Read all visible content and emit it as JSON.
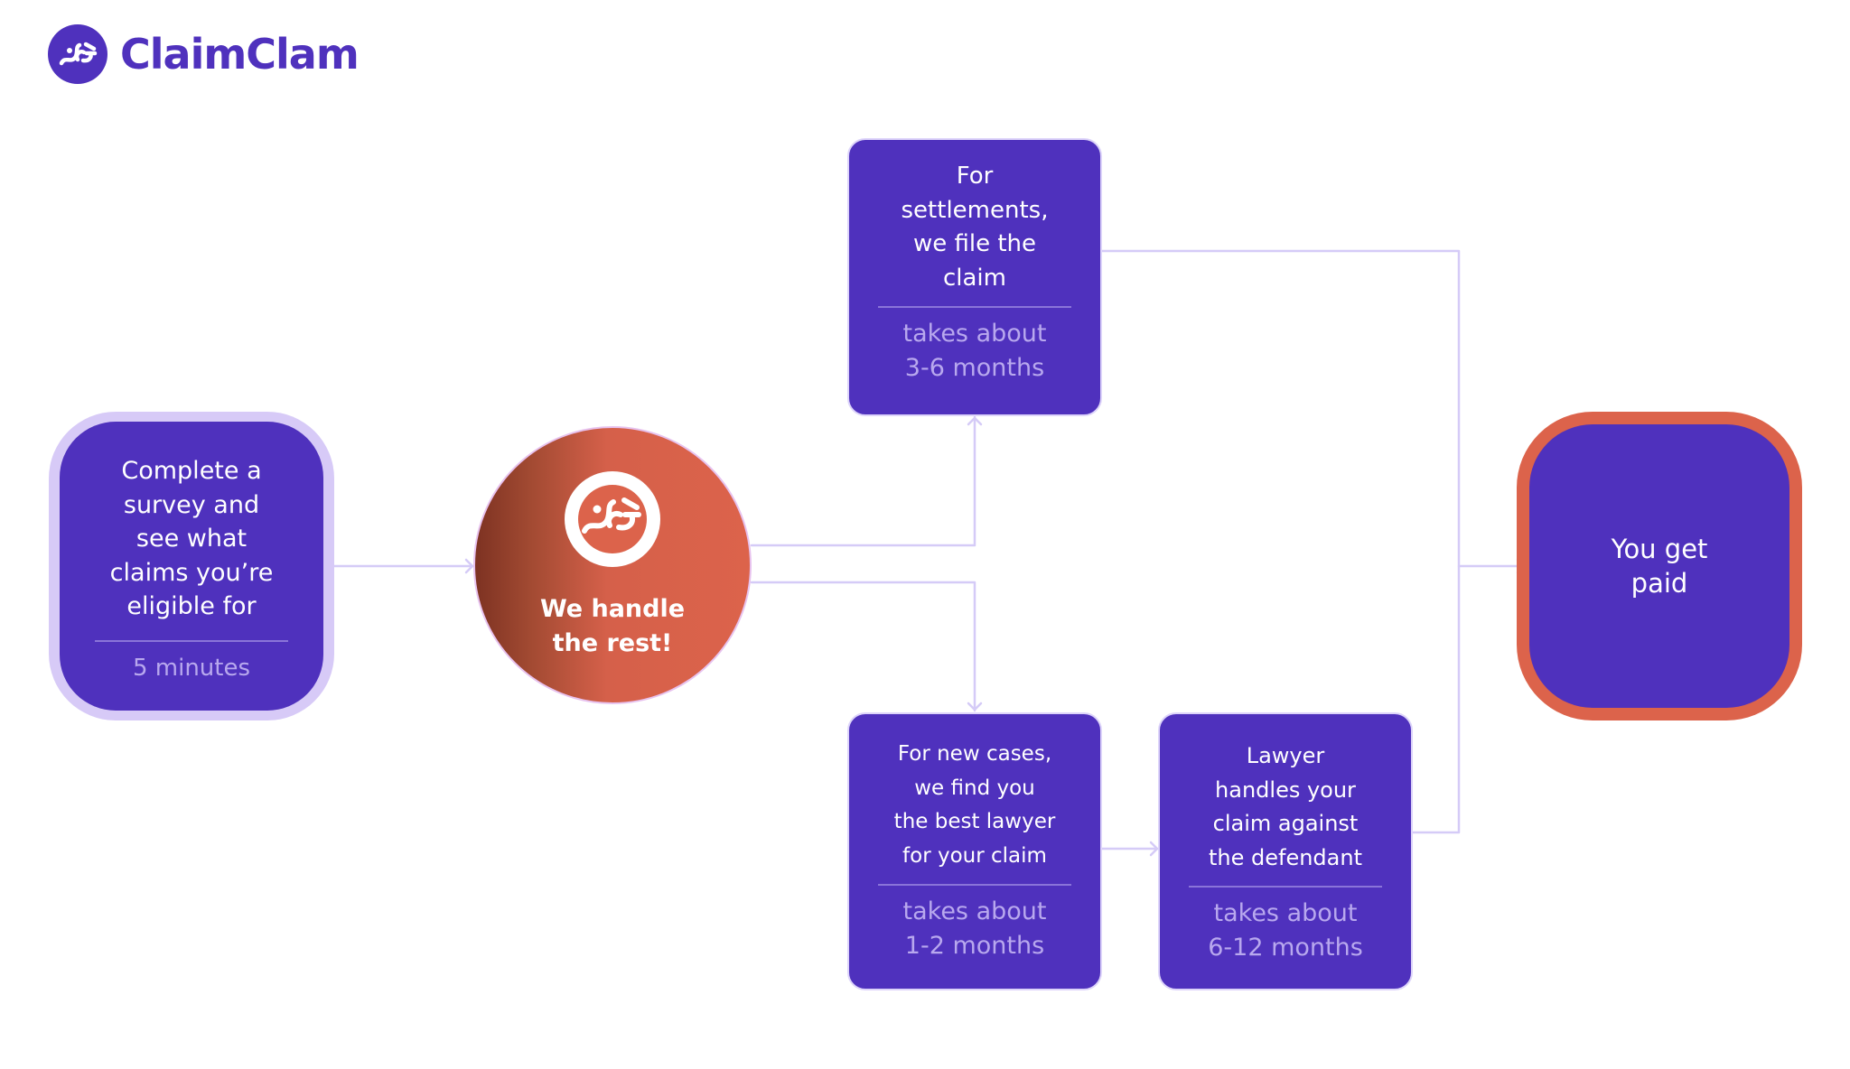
{
  "brand": {
    "name": "ClaimClam",
    "primary_color": "#4f31bd",
    "accent_color": "#dc634b",
    "light_color": "#d7caf7"
  },
  "steps": {
    "start": {
      "main": "Complete a\nsurvey and\nsee what\nclaims you’re\neligible for",
      "sub": "5 minutes"
    },
    "handle": {
      "main": "We handle\nthe rest!",
      "icon": "clam-logo-icon"
    },
    "settlement": {
      "main": "For\nsettlements,\nwe file the\nclaim",
      "sub": "takes about\n3-6 months"
    },
    "new_cases": {
      "main": "For new cases,\nwe find you\nthe best lawyer\nfor your claim",
      "sub": "takes about\n1-2 months"
    },
    "lawyer": {
      "main": "Lawyer\nhandles your\nclaim against\nthe defendant",
      "sub": "takes about\n6-12 months"
    },
    "paid": {
      "main": "You get\npaid"
    }
  },
  "connector_color": "#d5cbf7"
}
